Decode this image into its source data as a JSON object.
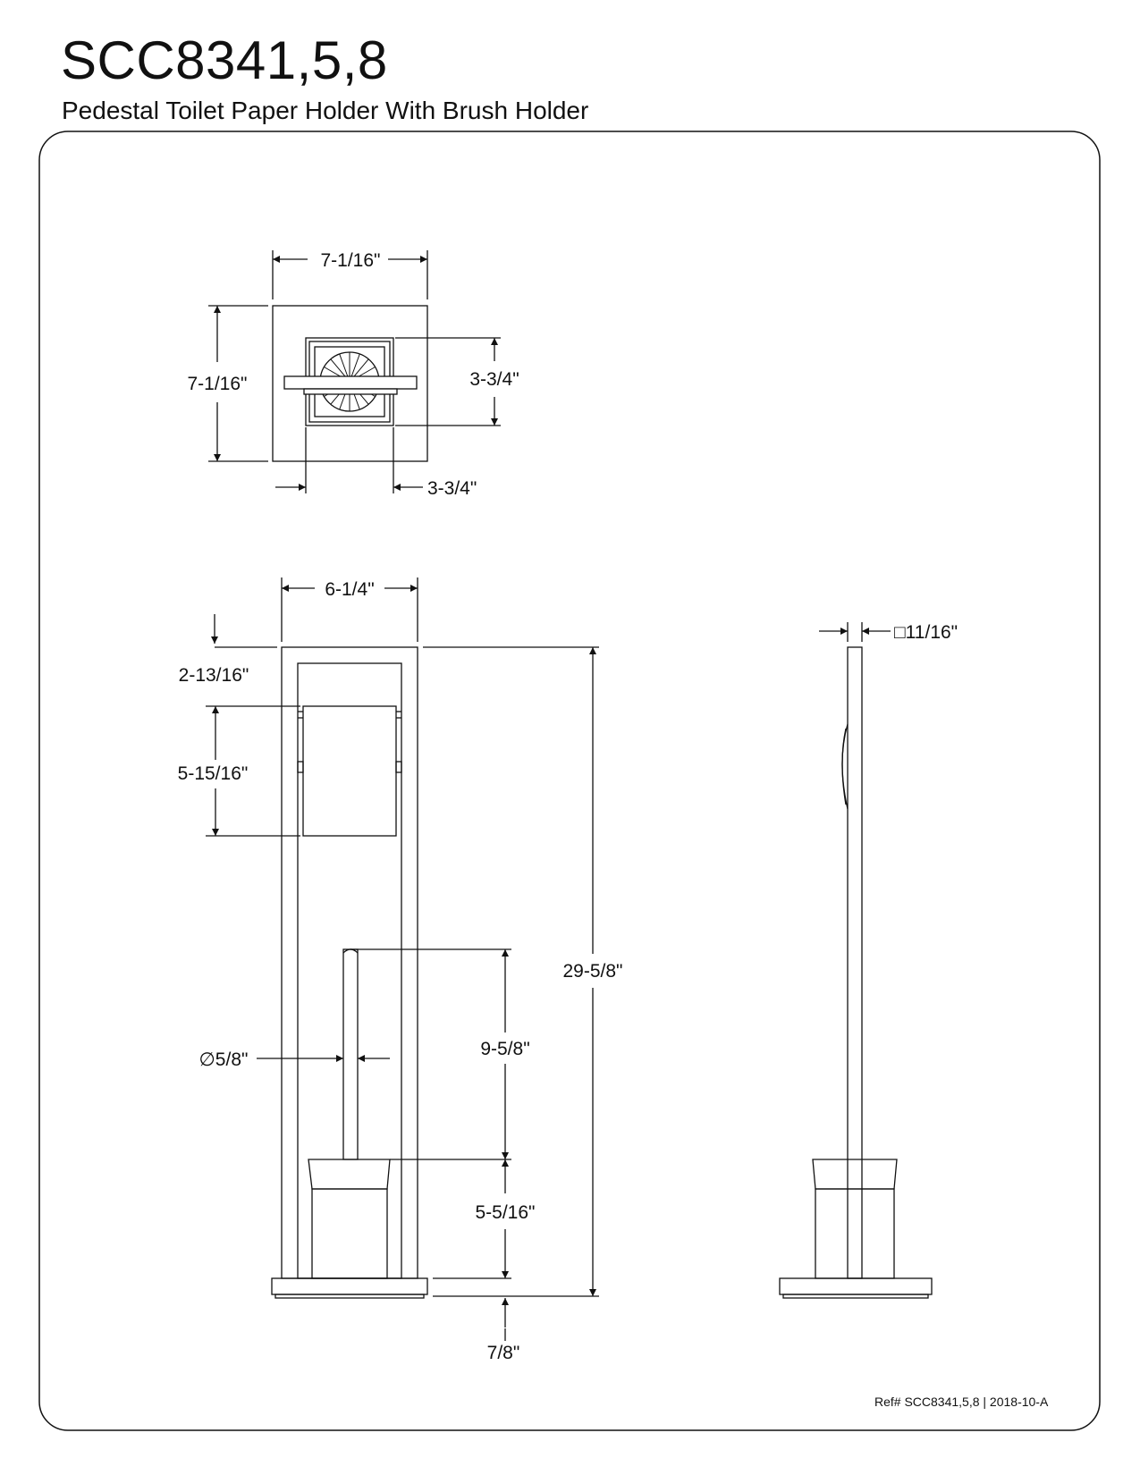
{
  "header": {
    "title": "SCC8341,5,8",
    "subtitle": "Pedestal Toilet Paper Holder With Brush Holder"
  },
  "top_view": {
    "width_label": "7-1/16\"",
    "height_label": "7-1/16\"",
    "post_height_label": "3-3/4\"",
    "post_width_label": "3-3/4\""
  },
  "front_view": {
    "base_width_label": "6-1/4\"",
    "top_offset_label": "2-13/16\"",
    "paper_height_label": "5-15/16\"",
    "overall_height_label": "29-5/8\"",
    "handle_diameter_label": "∅5/8\"",
    "brush_height_label": "9-5/8\"",
    "cup_height_label": "5-5/16\"",
    "base_thickness_label": "7/8\""
  },
  "side_view": {
    "post_size_label": "□11/16\""
  },
  "footer": {
    "ref": "Ref# SCC8341,5,8 | 2018-10-A"
  }
}
